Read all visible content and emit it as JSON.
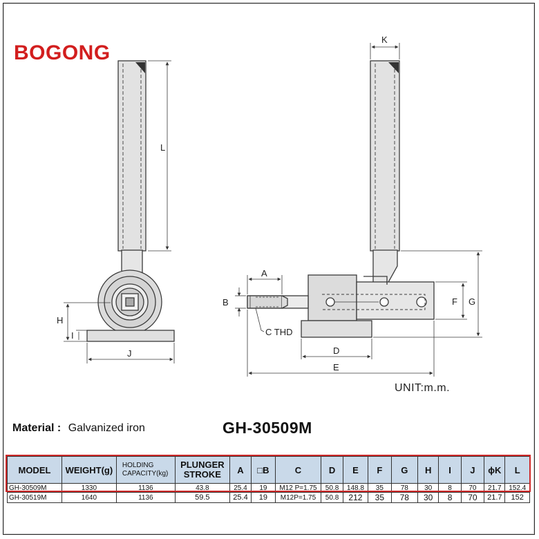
{
  "brand": "BOGONG",
  "unit_text": "UNIT:m.m.",
  "material": {
    "label": "Material :",
    "value": "Galvanized iron"
  },
  "model_title": "GH-30509M",
  "dim_labels": {
    "L": "L",
    "K": "K",
    "H": "H",
    "I": "I",
    "J": "J",
    "A": "A",
    "B": "B",
    "C_THD": "C THD",
    "D": "D",
    "E": "E",
    "F": "F",
    "G": "G"
  },
  "table": {
    "headers": [
      {
        "key": "model",
        "label": "MODEL"
      },
      {
        "key": "weight",
        "label": "WEIGHT(g)"
      },
      {
        "key": "holding",
        "label_1": "HOLDING",
        "label_2": "CAPACITY(kg)"
      },
      {
        "key": "stroke",
        "label_1": "PLUNGER",
        "label_2": "STROKE"
      },
      {
        "key": "A",
        "label": "A"
      },
      {
        "key": "B",
        "label": "□B"
      },
      {
        "key": "C",
        "label": "C"
      },
      {
        "key": "D",
        "label": "D"
      },
      {
        "key": "E",
        "label": "E"
      },
      {
        "key": "F",
        "label": "F"
      },
      {
        "key": "G",
        "label": "G"
      },
      {
        "key": "H",
        "label": "H"
      },
      {
        "key": "I",
        "label": "I"
      },
      {
        "key": "J",
        "label": "J"
      },
      {
        "key": "K",
        "label": "ϕK"
      },
      {
        "key": "L",
        "label": "L"
      }
    ],
    "rows": [
      [
        "GH-30509M",
        "1330",
        "1136",
        "43.8",
        "25.4",
        "19",
        "M12 P=1.75",
        "50.8",
        "148.8",
        "35",
        "78",
        "30",
        "8",
        "70",
        "21.7",
        "152.4"
      ],
      [
        "GH-30519M",
        "1640",
        "1136",
        "59.5",
        "25.4",
        "19",
        "M12P=1.75",
        "50.8",
        "212",
        "35",
        "78",
        "30",
        "8",
        "70",
        "21.7",
        "152"
      ]
    ]
  }
}
